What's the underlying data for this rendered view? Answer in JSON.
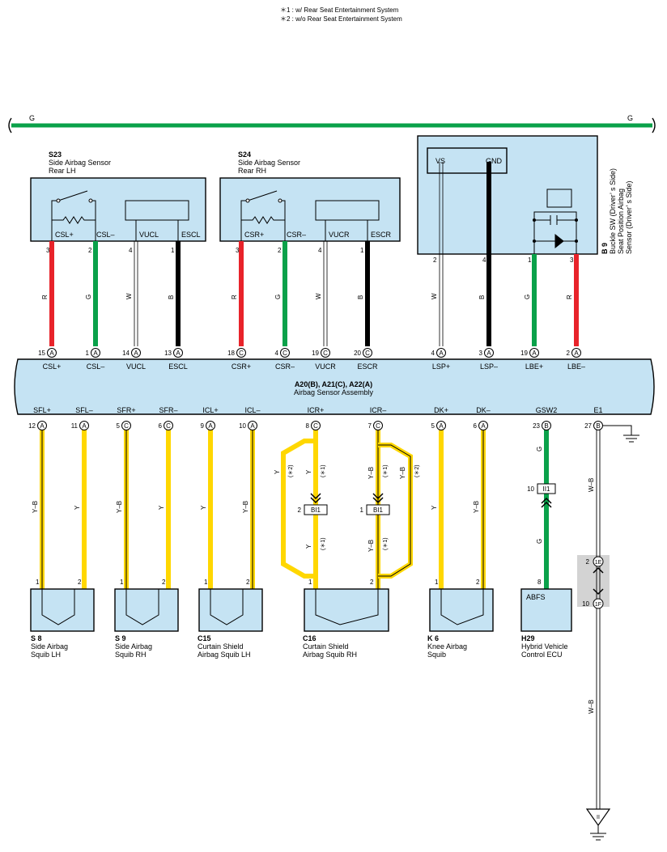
{
  "notes": [
    "＊1 : w/ Rear Seat Entertainment System",
    "＊2 : w/o Rear Seat Entertainment System"
  ],
  "bus": {
    "left_label": "G",
    "right_label": "G"
  },
  "s23": {
    "code": "S23",
    "name1": "Side Airbag Sensor",
    "name2": "Rear LH",
    "pins": [
      {
        "label": "CSL+",
        "num": "3",
        "color": "R",
        "tconn": "A",
        "tnum": "15",
        "tlabel": "CSL+"
      },
      {
        "label": "CSL–",
        "num": "2",
        "color": "G",
        "tconn": "A",
        "tnum": "1",
        "tlabel": "CSL–"
      },
      {
        "label": "VUCL",
        "num": "4",
        "color": "W",
        "tconn": "A",
        "tnum": "14",
        "tlabel": "VUCL"
      },
      {
        "label": "ESCL",
        "num": "1",
        "color": "B",
        "tconn": "A",
        "tnum": "13",
        "tlabel": "ESCL"
      }
    ]
  },
  "s24": {
    "code": "S24",
    "name1": "Side Airbag Sensor",
    "name2": "Rear RH",
    "pins": [
      {
        "label": "CSR+",
        "num": "3",
        "color": "R",
        "tconn": "C",
        "tnum": "18",
        "tlabel": "CSR+"
      },
      {
        "label": "CSR–",
        "num": "2",
        "color": "G",
        "tconn": "C",
        "tnum": "4",
        "tlabel": "CSR–"
      },
      {
        "label": "VUCR",
        "num": "4",
        "color": "W",
        "tconn": "C",
        "tnum": "19",
        "tlabel": "VUCR"
      },
      {
        "label": "ESCR",
        "num": "1",
        "color": "B",
        "tconn": "C",
        "tnum": "20",
        "tlabel": "ESCR"
      }
    ]
  },
  "b9": {
    "code": "B 9",
    "name1": "Buckle SW (Driver’ s Side)",
    "name2": "Seat Position Airbag",
    "name3": "Sensor (Driver’ s Side)",
    "vs": "VS",
    "gnd": "GND",
    "pins": [
      {
        "num": "2",
        "color": "W",
        "tconn": "A",
        "tnum": "4",
        "tlabel": "LSP+"
      },
      {
        "num": "4",
        "color": "B",
        "tconn": "A",
        "tnum": "3",
        "tlabel": "LSP–"
      },
      {
        "num": "1",
        "color": "G",
        "tconn": "A",
        "tnum": "19",
        "tlabel": "LBE+"
      },
      {
        "num": "3",
        "color": "R",
        "tconn": "A",
        "tnum": "2",
        "tlabel": "LBE–"
      }
    ]
  },
  "assembly": {
    "code": "A20(B), A21(C), A22(A)",
    "name": "Airbag Sensor Assembly",
    "bottom": [
      {
        "label": "SFL+",
        "tnum": "12",
        "tconn": "A"
      },
      {
        "label": "SFL–",
        "tnum": "11",
        "tconn": "A"
      },
      {
        "label": "SFR+",
        "tnum": "5",
        "tconn": "C"
      },
      {
        "label": "SFR–",
        "tnum": "6",
        "tconn": "C"
      },
      {
        "label": "ICL+",
        "tnum": "9",
        "tconn": "A"
      },
      {
        "label": "ICL–",
        "tnum": "10",
        "tconn": "A"
      },
      {
        "label": "ICR+",
        "tnum": "8",
        "tconn": "C"
      },
      {
        "label": "ICR–",
        "tnum": "7",
        "tconn": "C"
      },
      {
        "label": "DK+",
        "tnum": "5",
        "tconn": "A"
      },
      {
        "label": "DK–",
        "tnum": "6",
        "tconn": "A"
      },
      {
        "label": "GSW2",
        "tnum": "23",
        "tconn": "B"
      },
      {
        "label": "E1",
        "tnum": "27",
        "tconn": "B"
      }
    ]
  },
  "wire_colors": {
    "sfl_p": "Y–B",
    "sfl_m": "Y",
    "sfr_p": "Y–B",
    "sfr_m": "Y",
    "icl_p": "Y",
    "icl_m": "Y–B",
    "icr_p_y2": "Y",
    "icr_p_y1": "Y",
    "icr_m_yb1": "Y–B",
    "icr_m_yb2": "Y–B",
    "icr_p_lo": "Y",
    "icr_m_lo": "Y–B",
    "dk_p": "Y",
    "dk_m": "Y–B",
    "gsw_up": "G",
    "gsw_lo": "G",
    "e1_up": "W–B",
    "e1_lo": "W–B"
  },
  "marks": {
    "s1": "(＊1)",
    "s2": "(＊2)"
  },
  "bl1": {
    "label": "BI1",
    "left_pin": "2",
    "right_pin": "1"
  },
  "ii1": {
    "label": "II1",
    "pin": "10"
  },
  "ie": {
    "top_num": "2",
    "top_label": "1E",
    "bot_num": "10",
    "bot_label": "1F"
  },
  "ground": {
    "label": "II"
  },
  "components": [
    {
      "code": "S 8",
      "name1": "Side Airbag",
      "name2": "Squib LH",
      "p1": "1",
      "p2": "2"
    },
    {
      "code": "S 9",
      "name1": "Side Airbag",
      "name2": "Squib RH",
      "p1": "1",
      "p2": "2"
    },
    {
      "code": "C15",
      "name1": "Curtain Shield",
      "name2": "Airbag Squib LH",
      "p1": "1",
      "p2": "2"
    },
    {
      "code": "C16",
      "name1": "Curtain Shield",
      "name2": "Airbag Squib RH",
      "p1": "1",
      "p2": "2"
    },
    {
      "code": "K 6",
      "name1": "Knee Airbag",
      "name2": "Squib",
      "p1": "1",
      "p2": "2"
    },
    {
      "code": "H29",
      "name1": "Hybrid Vehicle",
      "name2": "Control ECU",
      "p1": "8",
      "inner": "ABFS"
    }
  ],
  "colors": {
    "red": "#e8232a",
    "green": "#0aa14a",
    "yellow": "#ffd700",
    "black": "#000000",
    "box": "#c5e3f3"
  }
}
